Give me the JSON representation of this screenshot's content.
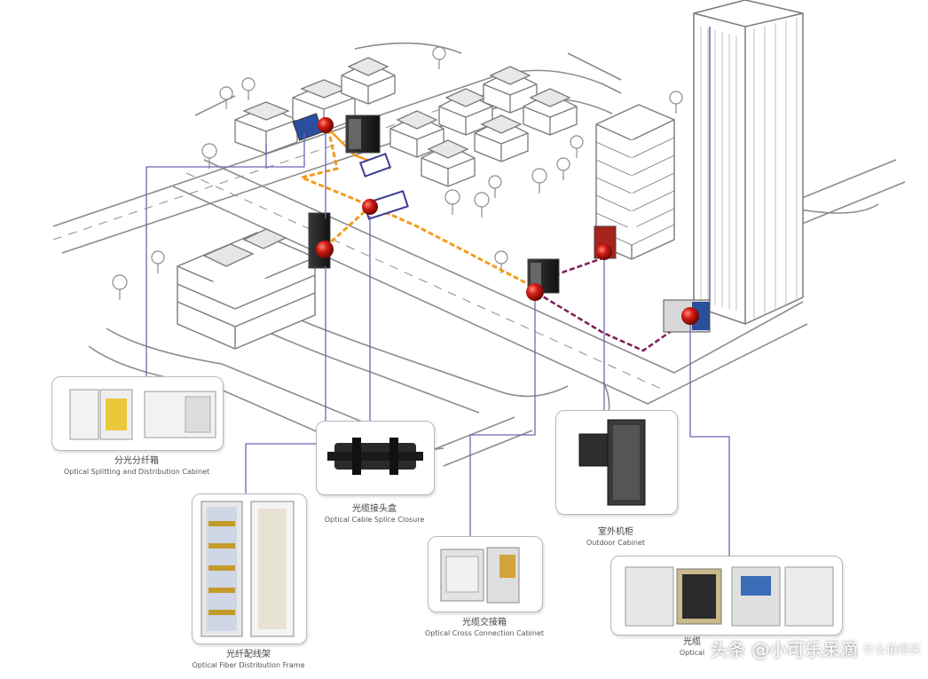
{
  "colors": {
    "road": "#8c8c8c",
    "road_fill": "#f3f3f3",
    "building_line": "#7a7a7a",
    "fiber_orange": "#f29b1e",
    "fiber_purple": "#7b1e57",
    "leader_blue": "#6b68b8",
    "node_red": "#d31a12"
  },
  "icons": {
    "node": "red-sphere-icon",
    "cabinet": "equipment-cabinet-icon"
  },
  "equipment": [
    {
      "id": "splitting",
      "zh": "分光分纤箱",
      "en": "Optical Splitting and Distribution Cabinet"
    },
    {
      "id": "odf",
      "zh": "光纤配线架",
      "en": "Optical Fiber Distribution Frame"
    },
    {
      "id": "splice",
      "zh": "光缆接头盒",
      "en": "Optical Cable Splice Closure"
    },
    {
      "id": "cross",
      "zh": "光缆交接箱",
      "en": "Optical Cross Connection Cabinet"
    },
    {
      "id": "outdoor",
      "zh": "室外机柜",
      "en": "Outdoor Cabinet"
    },
    {
      "id": "terminal",
      "zh": "光缆",
      "en": "Optical"
    }
  ],
  "watermark": {
    "brand": "头条 @小可乐呆滴",
    "sub": "什么值得买"
  }
}
